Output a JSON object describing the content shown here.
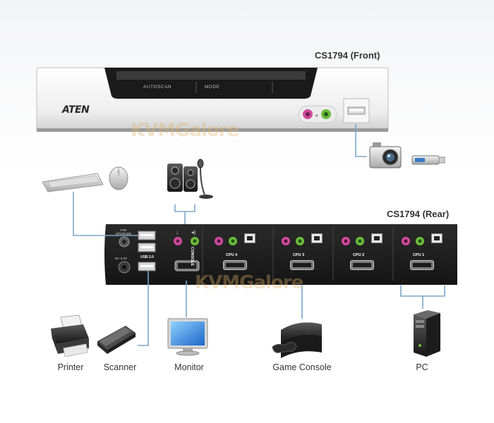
{
  "front_title": "CS1794 (Front)",
  "rear_title": "CS1794 (Rear)",
  "front_panel": {
    "brand": "ATEN",
    "autoscan_label": "AUTOSCAN",
    "mode_label": "MODE"
  },
  "rear_panel": {
    "fw_upgrade": "F/W UPGRADE",
    "dc_label": "DC 5.3V",
    "usb_label": "USB 2.0",
    "console_label": "CONSOLE",
    "ports": [
      "CPU 4",
      "CPU 3",
      "CPU 2",
      "CPU 1"
    ]
  },
  "watermark": "KVMGalore",
  "devices": {
    "printer": "Printer",
    "scanner": "Scanner",
    "monitor": "Monitor",
    "game_console": "Game Console",
    "pc": "PC"
  },
  "colors": {
    "panel_dark": "#1e1e1e",
    "audio_pink": "#d04a9c",
    "audio_green": "#6bbd3c",
    "line_blue": "#7aa7c7"
  }
}
